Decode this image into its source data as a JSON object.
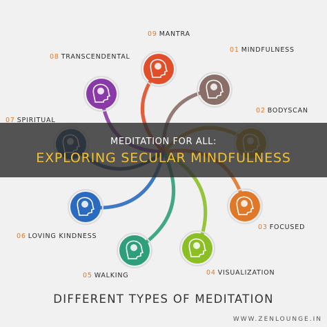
{
  "title": "DIFFERENT TYPES OF MEDITATION",
  "banner": {
    "line1": "MEDITATION FOR ALL:",
    "line2": "EXPLORING SECULAR MINDFULNESS"
  },
  "website": "WWW.ZENLOUNGE.IN",
  "colors": {
    "number": "#e0782a",
    "banner_bg": "#303030",
    "banner_subtitle": "#f2c230"
  },
  "types": [
    {
      "number": "01",
      "name": "MINDFULNESS",
      "color": "#8a6e68",
      "icon": "brain-icon"
    },
    {
      "number": "02",
      "name": "BODYSCAN",
      "color": "#c79a1a",
      "icon": "body-scan-icon"
    },
    {
      "number": "03",
      "name": "FOCUSED",
      "color": "#e0782a",
      "icon": "target-icon"
    },
    {
      "number": "04",
      "name": "VISUALIZATION",
      "color": "#8cbf26",
      "icon": "eye-icon"
    },
    {
      "number": "05",
      "name": "WALKING",
      "color": "#2f9e7b",
      "icon": "walking-icon"
    },
    {
      "number": "06",
      "name": "LOVING KINDNESS",
      "color": "#2a6bbf",
      "icon": "heart-icon"
    },
    {
      "number": "07",
      "name": "SPIRITUAL",
      "color": "#1f4a7a",
      "icon": "person-icon"
    },
    {
      "number": "08",
      "name": "TRANSCENDENTAL",
      "color": "#8a3aa8",
      "icon": "leaf-icon"
    },
    {
      "number": "09",
      "name": "MANTRA",
      "color": "#e04f2a",
      "icon": "om-icon"
    }
  ]
}
